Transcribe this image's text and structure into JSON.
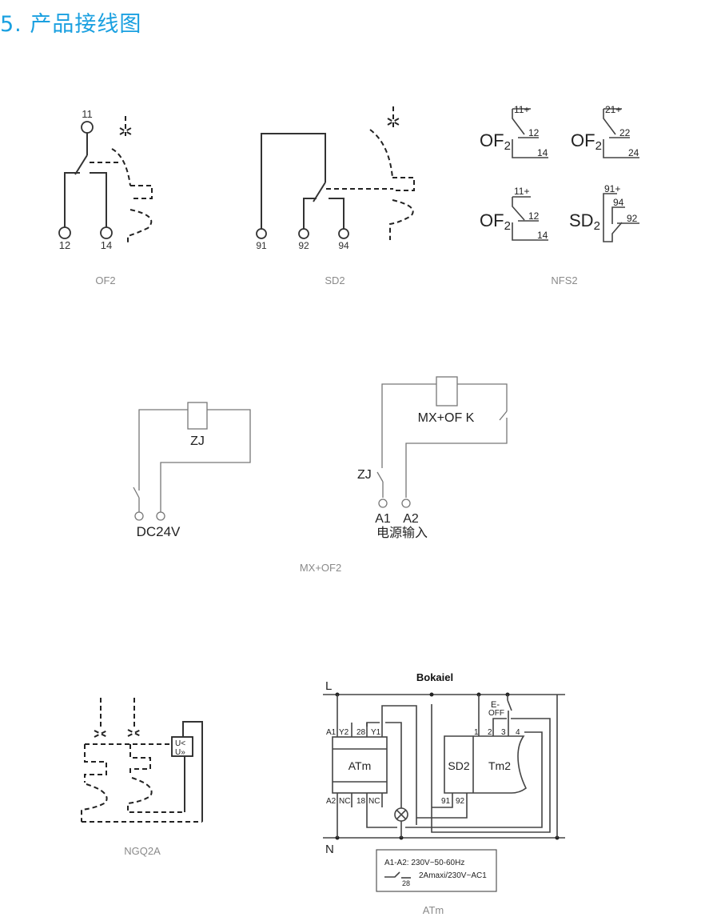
{
  "page": {
    "title": "5. 产品接线图",
    "accent_color": "#1aa0e0",
    "caption_color": "#8a8a8a"
  },
  "diagrams": {
    "of2": {
      "caption": "OF2",
      "terminals": [
        "11",
        "12",
        "14"
      ]
    },
    "sd2": {
      "caption": "SD2",
      "terminals": [
        "91",
        "92",
        "94"
      ]
    },
    "nfs2": {
      "caption": "NFS2",
      "blocks": [
        {
          "label": "OF",
          "sub": "2",
          "common": "11+",
          "nc": "12",
          "no": "14"
        },
        {
          "label": "OF",
          "sub": "2",
          "common": "21+",
          "nc": "22",
          "no": "24"
        },
        {
          "label": "OF",
          "sub": "2",
          "common": "11+",
          "nc": "12",
          "no": "14"
        },
        {
          "label": "SD",
          "sub": "2",
          "common": "91+",
          "nc": "94",
          "no": "92"
        }
      ]
    },
    "mx_of2": {
      "caption": "MX+OF2",
      "left": {
        "relay": "ZJ",
        "supply": "DC24V"
      },
      "right": {
        "coil": "MX+OF K",
        "switch": "ZJ",
        "t1": "A1",
        "t2": "A2",
        "supply": "电源输入"
      }
    },
    "ngq2a": {
      "caption": "NGQ2A",
      "module_line1": "U<",
      "module_line2": "U»"
    },
    "atm": {
      "caption": "ATm",
      "brand": "Bokaiel",
      "line_l": "L",
      "line_n": "N",
      "atm_label": "ATm",
      "atm_top_terminals": [
        "A1",
        "Y2",
        "28",
        "Y1"
      ],
      "atm_bottom_terminals": [
        "A2",
        "NC",
        "18",
        "NC"
      ],
      "sd2_label": "SD2",
      "tm2_label": "Tm2",
      "tm2_terminals": [
        "1",
        "2",
        "3",
        "4"
      ],
      "sd2_terminals": [
        "91",
        "92"
      ],
      "switch_label_1": "E-",
      "switch_label_2": "OFF",
      "spec_line1": "A1-A2: 230V~50-60Hz",
      "spec_contact": "28",
      "spec_line2": "2Amaxi/230V~AC1"
    }
  }
}
